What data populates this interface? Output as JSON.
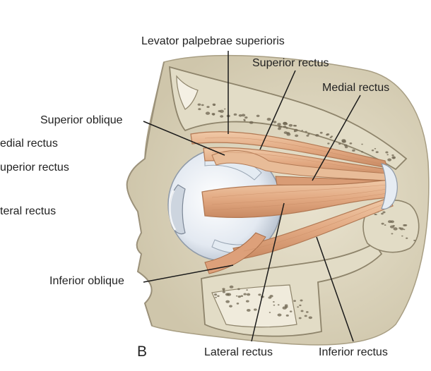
{
  "figure": {
    "panel_letter": "B",
    "labels": {
      "levator": "Levator palpebrae superioris",
      "superior_rectus_right": "Superior rectus",
      "medial_rectus_right": "Medial rectus",
      "superior_oblique": "Superior oblique",
      "medial_rectus_left": "edial rectus",
      "superior_rectus_left": "uperior rectus",
      "lateral_rectus_left": "teral rectus",
      "inferior_oblique": "Inferior oblique",
      "lateral_rectus_bottom": "Lateral rectus",
      "inferior_rectus": "Inferior rectus"
    }
  },
  "colors": {
    "bone": "#ddd6bf",
    "bone_edge": "#9c9176",
    "bone_pore": "#6d6450",
    "muscle": "#e6b48f",
    "muscle_dark": "#b97d57",
    "eye": "#e8edf3",
    "tendon": "#dfe6ee",
    "line": "#1a1a1a"
  }
}
